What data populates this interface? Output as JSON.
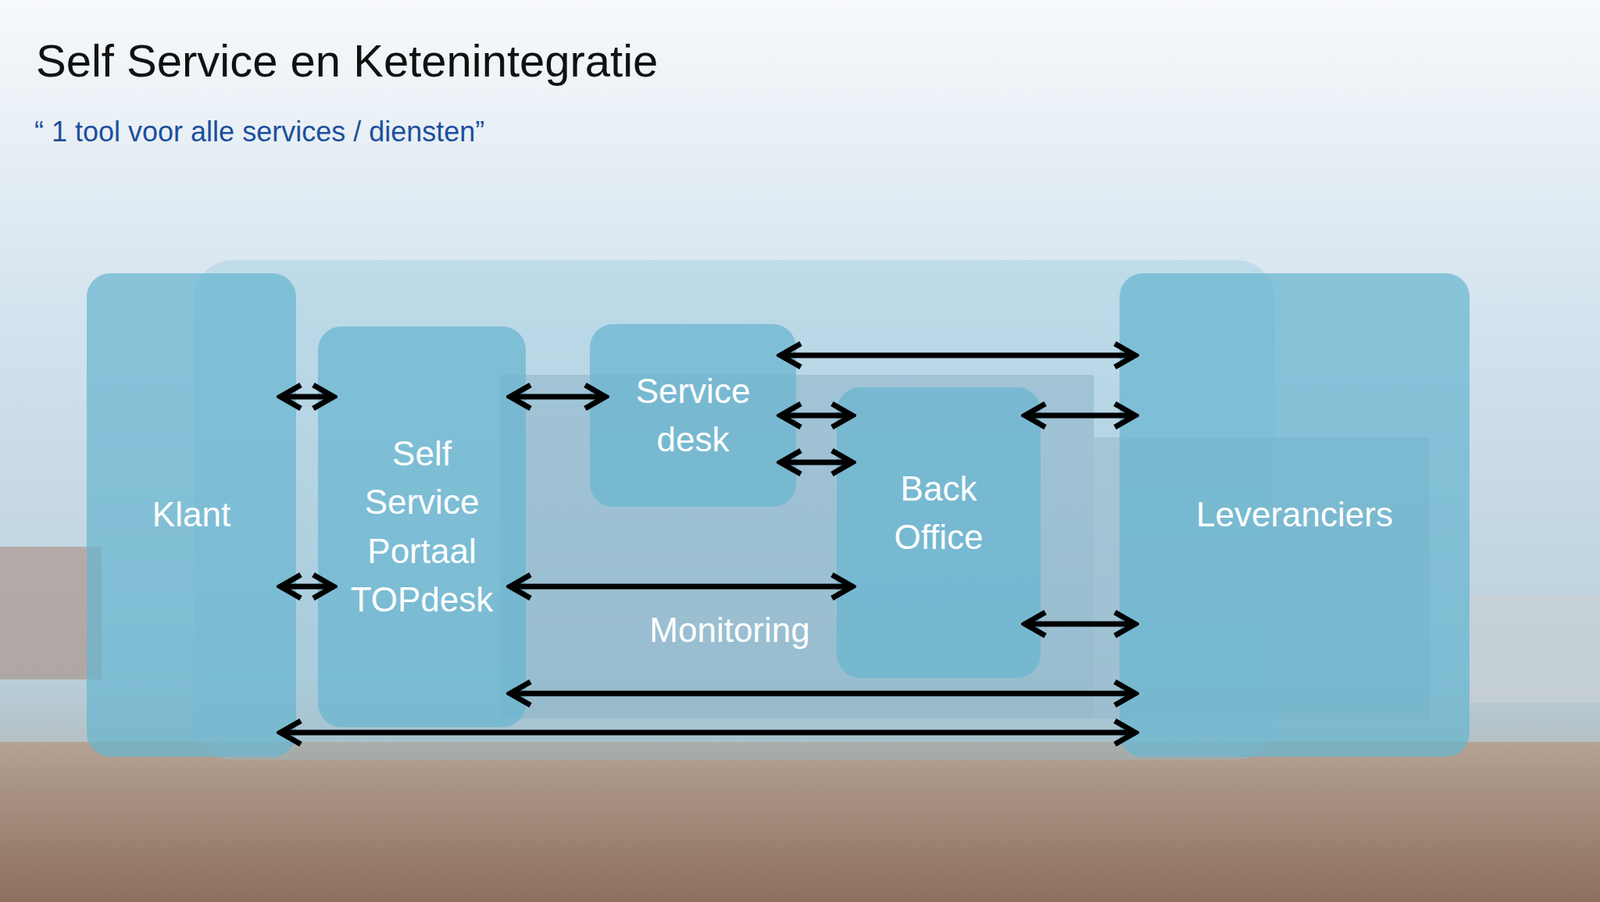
{
  "diagram": {
    "title": "Self Service en Ketenintegratie",
    "nodes": [
      {
        "text": [
          "Klant"
        ]
      },
      {
        "text": [
          "Self Service Portaal TOPdesk"
        ]
      },
      {
        "text": [
          "Service desk"
        ]
      },
      {
        "text": [
          "Back Office"
        ]
      },
      {
        "text": [
          "Leveranciers"
        ]
      }
    ],
    "edges": [
      {
        "from": 2,
        "to": 4,
        "arrow": "both"
      },
      {
        "from": 0,
        "to": 1,
        "arrow": "both"
      },
      {
        "from": 1,
        "to": 2,
        "arrow": "both"
      },
      {
        "from": 2,
        "to": 3,
        "arrow": "both"
      },
      {
        "from": 3,
        "to": 4,
        "arrow": "both"
      },
      {
        "from": 2,
        "to": 3,
        "arrow": "both"
      },
      {
        "from": 0,
        "to": 1,
        "arrow": "both"
      },
      {
        "from": 1,
        "to": 3,
        "label": "Monitoring",
        "arrow": "both"
      },
      {
        "from": 3,
        "to": 4,
        "arrow": "both"
      },
      {
        "from": 1,
        "to": 4,
        "arrow": "both"
      },
      {
        "from": 0,
        "to": 4,
        "arrow": "both"
      }
    ],
    "labels": [
      "“ 1 tool voor alle services / diensten”"
    ]
  }
}
